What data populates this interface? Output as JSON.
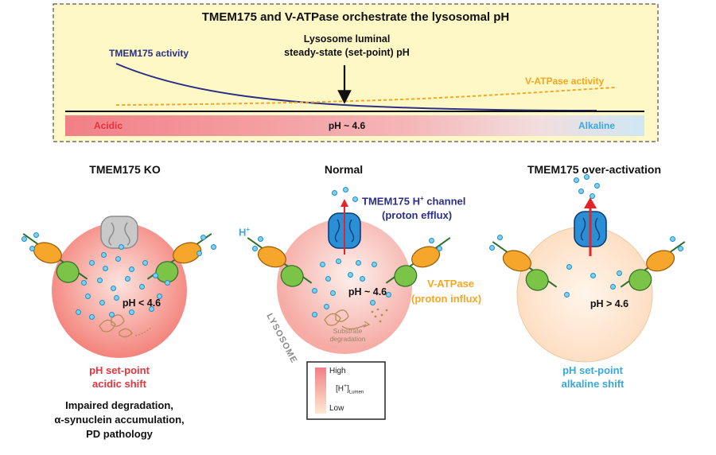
{
  "top_panel": {
    "title": "TMEM175 and V-ATPase orchestrate the lysosomal pH",
    "tmem175_activity": "TMEM175 activity",
    "vatpase_activity": "V-ATPase activity",
    "setpoint_line1": "Lysosome luminal",
    "setpoint_line2": "steady-state (set-point) pH",
    "scale_acidic": "Acidic",
    "scale_mid": "pH ~ 4.6",
    "scale_alkaline": "Alkaline"
  },
  "panels": {
    "ko": {
      "title": "TMEM175 KO",
      "ph": "pH < 4.6",
      "shift_line1": "pH set-point",
      "shift_line2": "acidic shift",
      "outcome_line1": "Impaired degradation,",
      "outcome_line2": "α-synuclein accumulation,",
      "outcome_line3": "PD pathology"
    },
    "normal": {
      "title": "Normal",
      "ph": "pH ~ 4.6",
      "proton": "H",
      "proton_sup": "+",
      "channel_line1_a": "TMEM175 H",
      "channel_sup": "+",
      "channel_line1_b": " channel",
      "channel_line2": "(proton efflux)",
      "vatpase_line1": "V-ATPase",
      "vatpase_line2": "(proton influx)",
      "lysosome_label": "LYSOSOME",
      "substrate_line1": "Substrate",
      "substrate_line2": "degradation"
    },
    "over": {
      "title": "TMEM175 over-activation",
      "ph": "pH > 4.6",
      "shift_line1": "pH set-point",
      "shift_line2": "alkaline shift"
    }
  },
  "legend": {
    "high": "High",
    "label": "[H",
    "label_sup": "+",
    "label_end": "]",
    "label_sub": "Lumen",
    "low": "Low"
  },
  "colors": {
    "tmem175_blue": "#2b2f86",
    "vatpase_orange": "#f5a623",
    "acidic_red": "#e8323c",
    "alkaline_blue": "#3ba7dc",
    "panel_fill": "#fdf8c6",
    "ion_fill": "#7fd0ef"
  }
}
